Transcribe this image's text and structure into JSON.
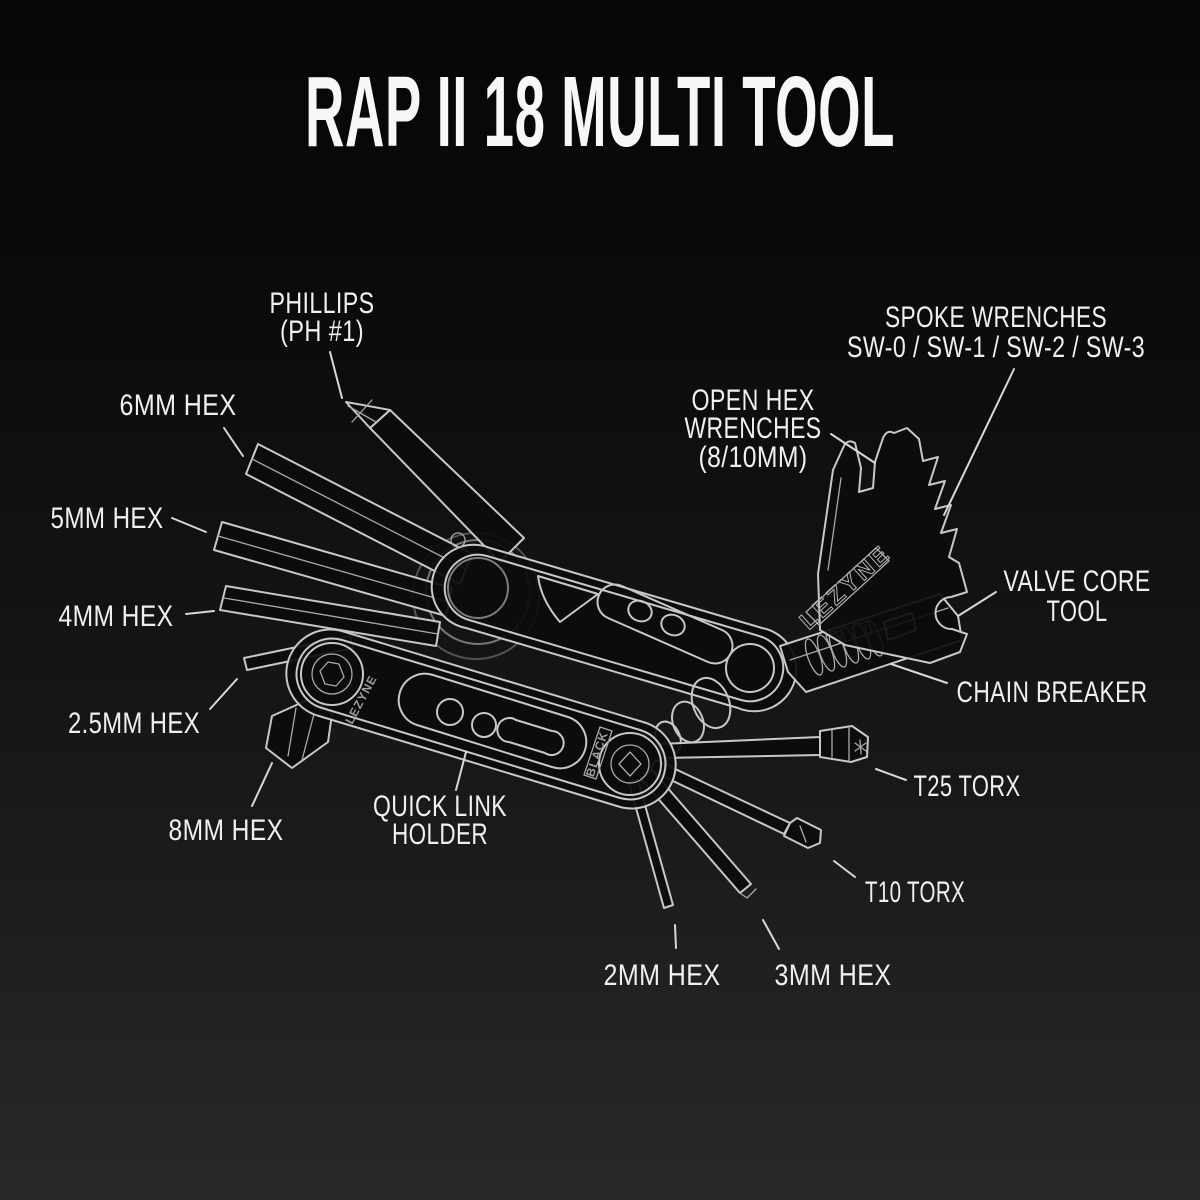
{
  "header": {
    "title": "RAP II 18 MULTI TOOL"
  },
  "colors": {
    "background_top": "#060606",
    "background_bottom": "#292929",
    "line": "#c8c8c8",
    "leader_line": "#d8d8d8",
    "label_text": "#f0f0f0",
    "title_text": "#f7f7f7"
  },
  "callouts": {
    "phillips": {
      "line1": "PHILLIPS",
      "line2": "(PH #1)"
    },
    "hex_6mm": {
      "line1": "6MM HEX"
    },
    "hex_5mm": {
      "line1": "5MM HEX"
    },
    "hex_4mm": {
      "line1": "4MM HEX"
    },
    "hex_2_5mm": {
      "line1": "2.5MM HEX"
    },
    "hex_8mm": {
      "line1": "8MM HEX"
    },
    "quick_link": {
      "line1": "QUICK LINK",
      "line2": "HOLDER"
    },
    "spoke_wrenches": {
      "line1": "SPOKE WRENCHES",
      "line2": "SW-0 / SW-1 / SW-2 / SW-3"
    },
    "open_hex": {
      "line1": "OPEN HEX",
      "line2": "WRENCHES",
      "line3": "(8/10MM)"
    },
    "valve_core": {
      "line1": "VALVE CORE",
      "line2": "TOOL"
    },
    "chain_breaker": {
      "line1": "CHAIN BREAKER"
    },
    "torx_t25": {
      "line1": "T25 TORX"
    },
    "torx_t10": {
      "line1": "T10 TORX"
    },
    "hex_2mm": {
      "line1": "2MM HEX"
    },
    "hex_3mm": {
      "line1": "3MM HEX"
    }
  },
  "engravings": {
    "brand_breaker": "LEZYNE",
    "brand_arm": "LEZYNE",
    "edition": "BLACK"
  }
}
